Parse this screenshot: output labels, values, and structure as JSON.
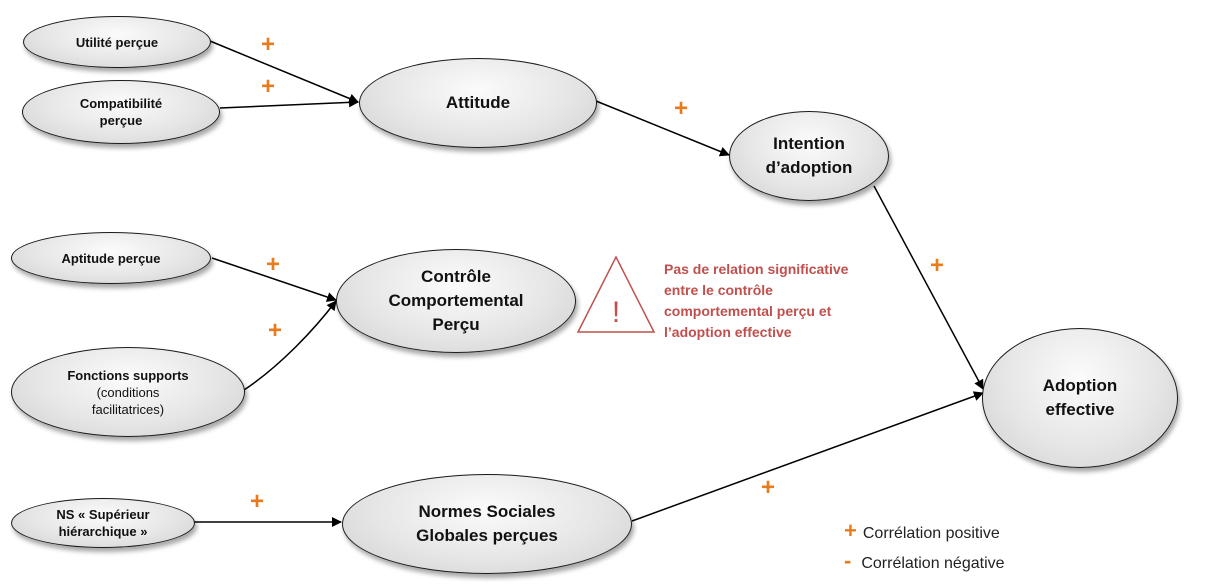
{
  "nodes": {
    "utilite": "Utilité perçue",
    "compatibilite": [
      "Compatibilité",
      "perçue"
    ],
    "attitude": "Attitude",
    "intention": [
      "Intention",
      "d’adoption"
    ],
    "aptitude": "Aptitude perçue",
    "controle": [
      "Contrôle",
      "Comportemental",
      "Perçu"
    ],
    "fonctions_title": "Fonctions supports",
    "fonctions_sub": [
      "(conditions",
      "facilitatrices)"
    ],
    "adoption": [
      "Adoption",
      "effective"
    ],
    "ns": [
      "NS « Supérieur",
      "hiérarchique »"
    ],
    "normes": [
      "Normes Sociales",
      "Globales perçues"
    ]
  },
  "link_sign": "+",
  "warning": {
    "icon_text": "!",
    "lines": [
      "Pas de relation significative",
      "entre le contrôle",
      "comportemental perçu et",
      "l’adoption effective"
    ]
  },
  "legend": {
    "positive_symbol": "+",
    "positive_label": "Corrélation positive",
    "negative_symbol": "-",
    "negative_label": "Corrélation négative"
  },
  "colors": {
    "sign": "#e87b1e",
    "warning": "#c0504d",
    "line": "#000000"
  }
}
